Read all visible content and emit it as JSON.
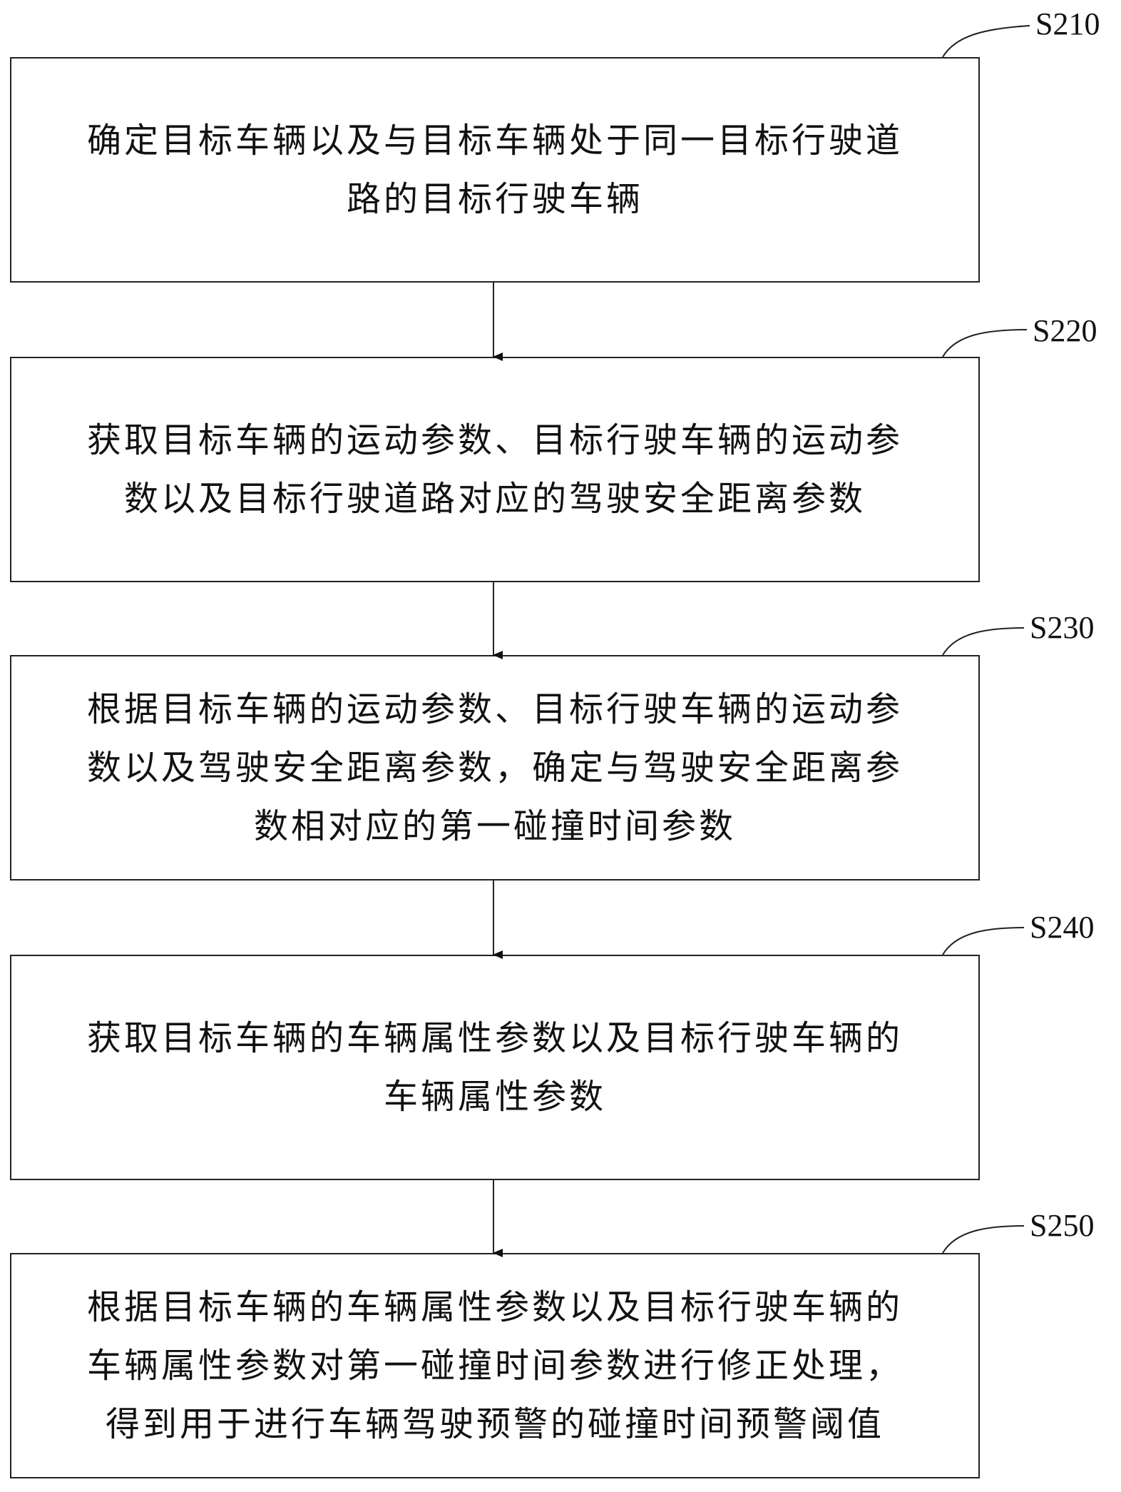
{
  "steps": [
    {
      "label": "S210",
      "text": "确定目标车辆以及与目标车辆处于同一目标行驶道\n路的目标行驶车辆"
    },
    {
      "label": "S220",
      "text": "获取目标车辆的运动参数、目标行驶车辆的运动参\n数以及目标行驶道路对应的驾驶安全距离参数"
    },
    {
      "label": "S230",
      "text": "根据目标车辆的运动参数、目标行驶车辆的运动参\n数以及驾驶安全距离参数，确定与驾驶安全距离参\n数相对应的第一碰撞时间参数"
    },
    {
      "label": "S240",
      "text": "获取目标车辆的车辆属性参数以及目标行驶车辆的\n车辆属性参数"
    },
    {
      "label": "S250",
      "text": "根据目标车辆的车辆属性参数以及目标行驶车辆的\n车辆属性参数对第一碰撞时间参数进行修正处理，\n得到用于进行车辆驾驶预警的碰撞时间预警阈值"
    }
  ]
}
